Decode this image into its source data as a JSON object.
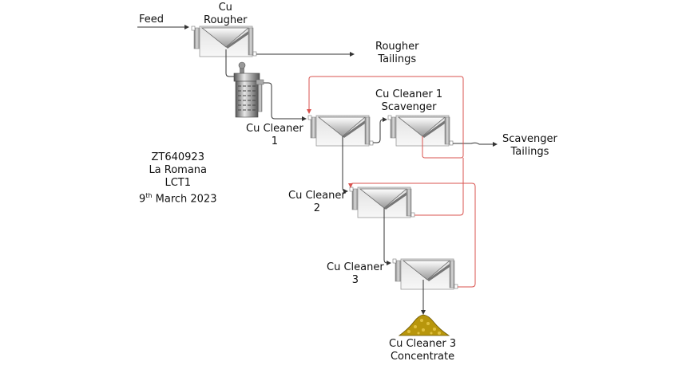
{
  "labels": {
    "feed": "Feed",
    "rougher": [
      "Cu",
      "Rougher"
    ],
    "rougher_tailings": [
      "Rougher",
      "Tailings"
    ],
    "cleaner1": [
      "Cu Cleaner",
      "1"
    ],
    "cleaner1_scavenger": [
      "Cu Cleaner 1",
      "Scavenger"
    ],
    "scavenger_tailings": [
      "Scavenger",
      "Tailings"
    ],
    "cleaner2": [
      "Cu Cleaner",
      "2"
    ],
    "cleaner3": [
      "Cu Cleaner",
      "3"
    ],
    "concentrate": [
      "Cu Cleaner 3",
      "Concentrate"
    ]
  },
  "info": {
    "sample_id": "ZT640923",
    "site": "La Romana",
    "test": "LCT1",
    "date_day": "9",
    "date_suffix": "th",
    "date_rest": " March 2023"
  },
  "colors": {
    "flow_line": "#333333",
    "recycle_line": "#d9534f",
    "concentrate_pile": "#b8960c"
  }
}
